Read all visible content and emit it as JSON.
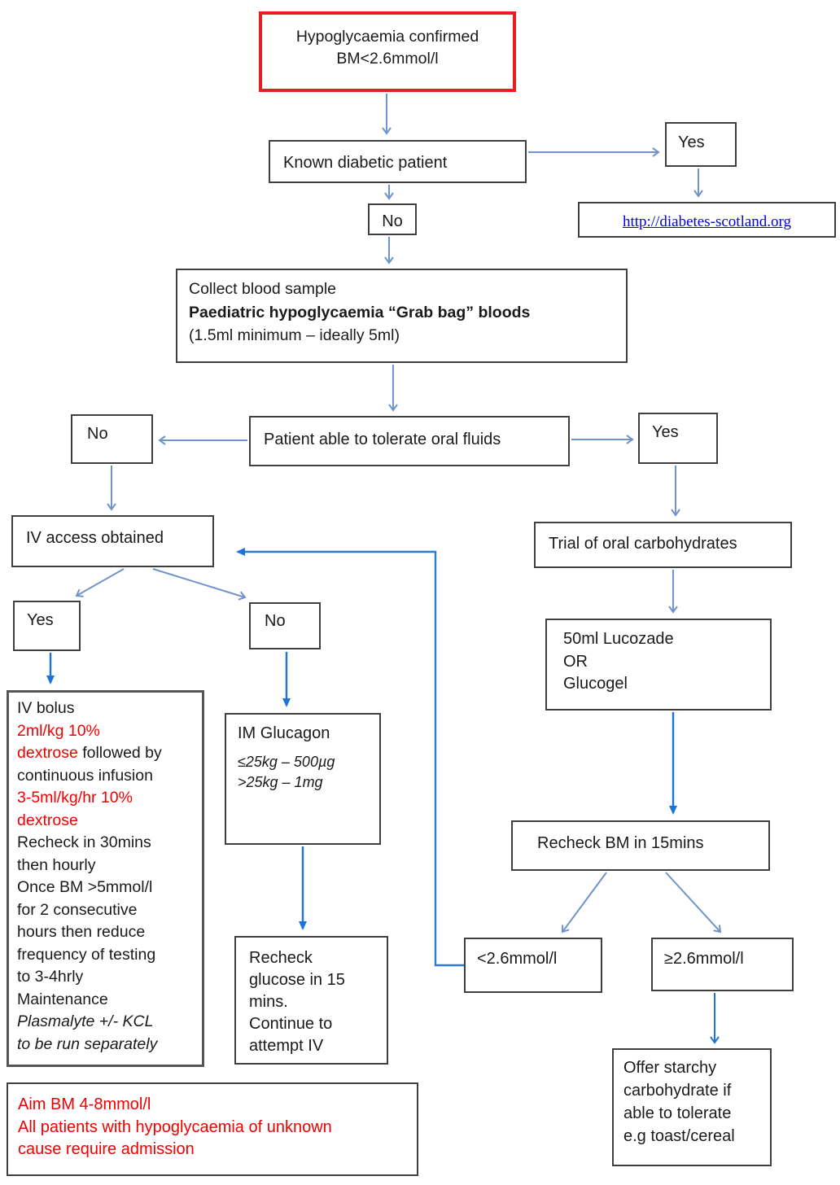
{
  "colors": {
    "arrow_muted": "#7094ca",
    "arrow_bright": "#1b74d6",
    "box_border": "#3f3f3f",
    "start_border": "#ee1c1c",
    "red_text": "#f20000",
    "link_blue": "#0000ee"
  },
  "nodes": {
    "start": {
      "lines": [
        "Hypoglycaemia confirmed",
        "BM<2.6mmol/l"
      ]
    },
    "known_diabetic": {
      "label": "Known diabetic patient"
    },
    "known_yes": {
      "label": "Yes"
    },
    "diabetes_link": {
      "label": "http://diabetes-scotland.org"
    },
    "known_no": {
      "label": "No"
    },
    "collect_blood": {
      "line1": "Collect blood sample",
      "line2": "Paediatric hypoglycaemia “Grab bag” bloods",
      "line3": "(1.5ml minimum – ideally 5ml)"
    },
    "tolerate_oral": {
      "label": "Patient able to tolerate oral fluids"
    },
    "tolerate_no": {
      "label": "No"
    },
    "tolerate_yes": {
      "label": "Yes"
    },
    "iv_access": {
      "label": "IV access obtained"
    },
    "iv_yes": {
      "label": "Yes"
    },
    "iv_no": {
      "label": "No"
    },
    "iv_bolus": {
      "segments": [
        {
          "t": "IV bolus",
          "c": "k",
          "br": 1
        },
        {
          "t": "2ml/kg 10%",
          "c": "r",
          "br": 1
        },
        {
          "t": "dextrose",
          "c": "r",
          "br": 0
        },
        {
          "t": " followed by",
          "c": "k",
          "br": 1
        },
        {
          "t": "continuous infusion",
          "c": "k",
          "br": 1
        },
        {
          "t": "3-5ml/kg/hr 10%",
          "c": "r",
          "br": 1
        },
        {
          "t": "dextrose",
          "c": "r",
          "br": 1
        },
        {
          "t": "Recheck in 30mins",
          "c": "k",
          "br": 1
        },
        {
          "t": "then hourly",
          "c": "k",
          "br": 1
        },
        {
          "t": "Once BM >5mmol/l",
          "c": "k",
          "br": 1
        },
        {
          "t": "for 2 consecutive",
          "c": "k",
          "br": 1
        },
        {
          "t": "hours then reduce",
          "c": "k",
          "br": 1
        },
        {
          "t": "frequency of testing",
          "c": "k",
          "br": 1
        },
        {
          "t": "to 3-4hrly",
          "c": "k",
          "br": 1
        },
        {
          "t": "Maintenance",
          "c": "k",
          "br": 1
        },
        {
          "t": "Plasmalyte +/- KCL",
          "c": "i",
          "br": 1
        },
        {
          "t": "to be run separately",
          "c": "i",
          "br": 0
        }
      ]
    },
    "im_glucagon": {
      "title": "IM Glucagon",
      "doses": [
        "≤25kg – 500µg",
        ">25kg – 1mg"
      ]
    },
    "recheck_glucose": {
      "lines": [
        "Recheck",
        "glucose in 15",
        "mins.",
        "Continue to",
        "attempt IV"
      ]
    },
    "aim_note": {
      "lines": [
        "Aim BM 4-8mmol/l",
        "All patients with hypoglycaemia of unknown",
        "cause require admission"
      ]
    },
    "trial_oral": {
      "label": "Trial of oral carbohydrates"
    },
    "lucozade": {
      "lines": [
        "50ml Lucozade",
        "OR",
        "Glucogel"
      ]
    },
    "recheck_bm": {
      "label": "Recheck BM in 15mins"
    },
    "bm_low": {
      "label": "<2.6mmol/l"
    },
    "bm_ok": {
      "label": "≥2.6mmol/l"
    },
    "starchy": {
      "lines": [
        "Offer starchy",
        "carbohydrate if",
        "able to tolerate",
        "e.g toast/cereal"
      ]
    }
  }
}
